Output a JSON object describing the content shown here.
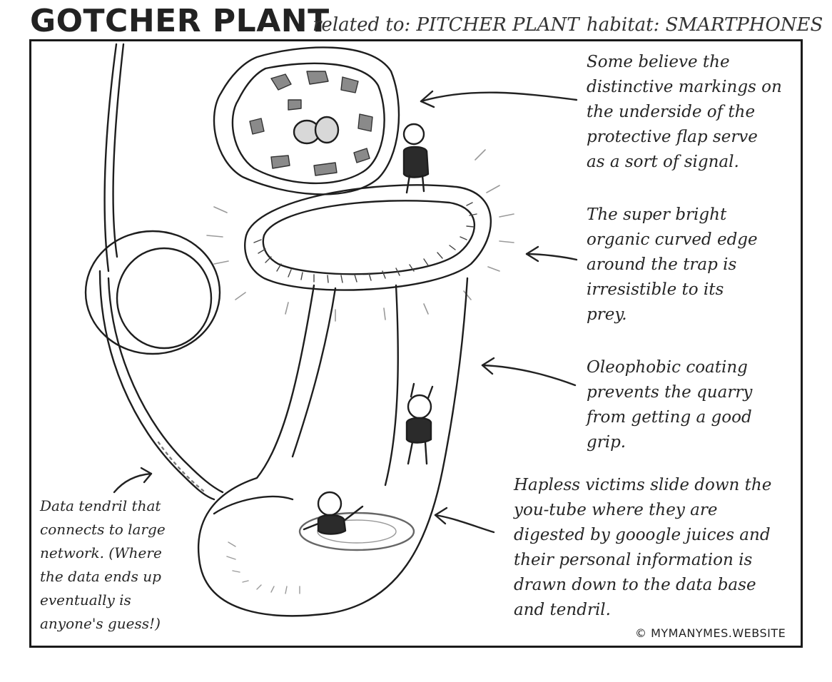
{
  "title": {
    "name": "GOTCHER PLANT",
    "related": "related to: PITCHER PLANT",
    "habitat": "habitat: SMARTPHONES"
  },
  "annotations": {
    "flap": "Some believe the\ndistinctive markings on\nthe underside of the\nprotective flap serve\nas a sort of signal.",
    "edge": "The super bright\norganic curved edge\naround the trap is\nirresistible to its\nprey.",
    "coating": "Oleophobic coating\nprevents the quarry\nfrom getting a good\ngrip.",
    "victims": "Hapless victims slide down the\nyou-tube where they are\ndigested by gooogle juices and\ntheir personal information is\ndrawn down to the data base\nand tendril.",
    "tendril": "Data tendril that\nconnects to large\nnetwork. (Where\nthe data ends up\neventually is\nanyone's guess!)"
  },
  "credit": "© MYMANYMES.WEBSITE",
  "colors": {
    "ink": "#1e1e1e",
    "gray": "#7a7a7a",
    "dark_fill": "#2b2b2b",
    "pattern_fill": "#8a8a8a"
  }
}
